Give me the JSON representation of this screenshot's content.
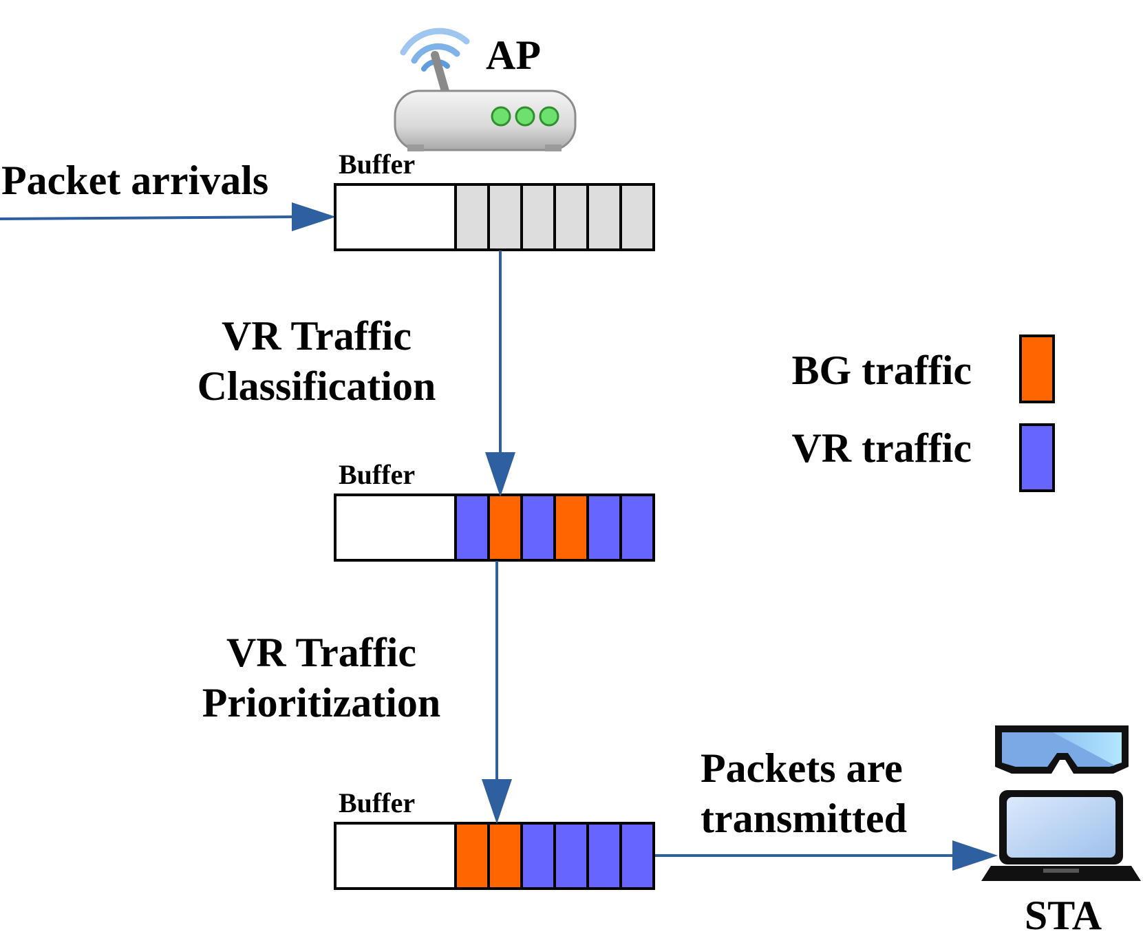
{
  "ap_label": "AP",
  "sta_label": "STA",
  "packet_arrivals": "Packet arrivals",
  "buffer_label": "Buffer",
  "classification": {
    "line1": "VR Traffic",
    "line2": "Classification"
  },
  "prioritization": {
    "line1": "VR Traffic",
    "line2": "Prioritization"
  },
  "transmitted": {
    "line1": "Packets are",
    "line2": "transmitted"
  },
  "legend": {
    "bg": {
      "label": "BG traffic",
      "color": "#ff6600"
    },
    "vr": {
      "label": "VR traffic",
      "color": "#6666ff"
    }
  },
  "colors": {
    "arrow": "#2e5f9e",
    "empty_slot": "#dddddd",
    "free_space": "#ffffff"
  },
  "buffers": [
    {
      "slots": [
        "empty",
        "empty",
        "empty",
        "empty",
        "empty",
        "empty"
      ]
    },
    {
      "slots": [
        "vr",
        "bg",
        "vr",
        "bg",
        "vr",
        "vr"
      ]
    },
    {
      "slots": [
        "bg",
        "bg",
        "vr",
        "vr",
        "vr",
        "vr"
      ]
    }
  ],
  "icons": {
    "ap": "wifi-router-icon",
    "sta": "laptop-icon",
    "headset": "vr-headset-icon"
  }
}
